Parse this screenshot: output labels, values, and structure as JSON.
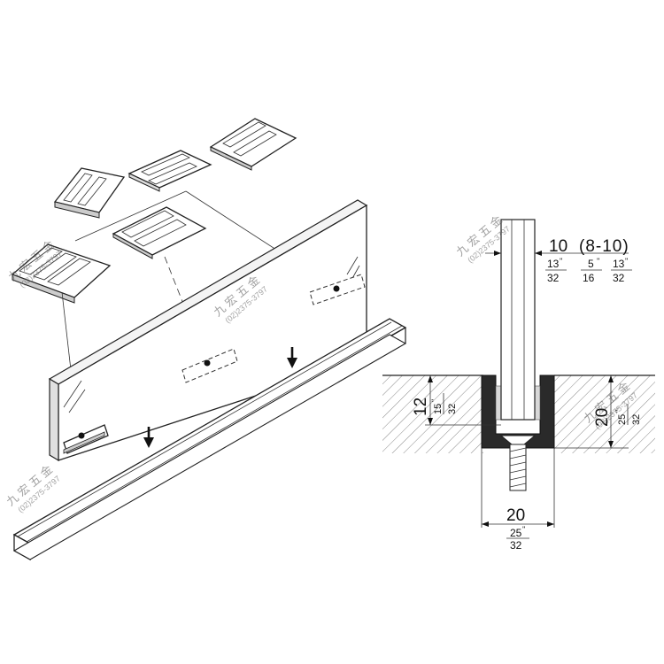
{
  "colors": {
    "line": "#222222",
    "seal": "#2a2a2a",
    "glass_edge": "#d8d8d8",
    "hatch": "#555555",
    "watermark": "#666666"
  },
  "dimensions": {
    "glass_thickness": "10",
    "glass_range": "(8-10)",
    "glass_inch_a_num": "13",
    "glass_inch_a_den": "32",
    "glass_inch_b_num": "5",
    "glass_inch_b_den": "16",
    "glass_inch_c_num": "13",
    "glass_inch_c_den": "32",
    "inch_mark": "''",
    "insert_depth": "12",
    "insert_inch_num": "15",
    "insert_inch_den": "32",
    "channel_depth": "20",
    "channel_depth_inch_num": "25",
    "channel_depth_inch_den": "32",
    "channel_width": "20",
    "channel_width_inch_num": "25",
    "channel_width_inch_den": "32"
  },
  "watermark": {
    "name": "九 宏 五 金",
    "phone": "(02)2375-3797"
  },
  "icons": {
    "arrow": "down-arrow-icon",
    "screw": "screw-icon"
  }
}
